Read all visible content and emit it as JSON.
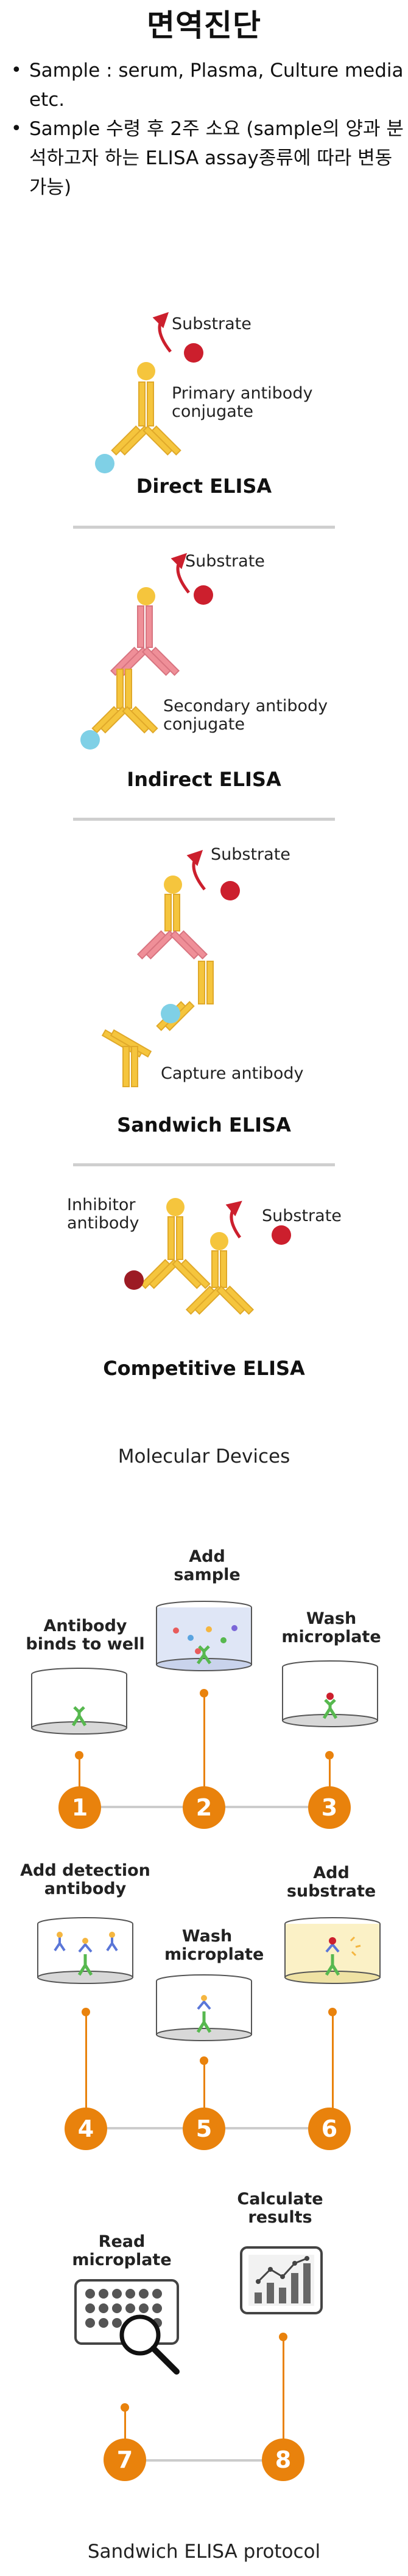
{
  "title": "면역진단",
  "bullets": [
    "Sample : serum, Plasma, Culture media etc.",
    "Sample 수령 후 2주 소요 (sample의 양과 분석하고자 하는 ELISA assay종류에 따라 변동 가능)"
  ],
  "elisa": {
    "direct": {
      "heading": "Direct ELISA",
      "substrate": "Substrate",
      "primary_label": "Primary antibody conjugate"
    },
    "indirect": {
      "heading": "Indirect ELISA",
      "substrate": "Substrate",
      "secondary_label": "Secondary antibody conjugate"
    },
    "sandwich": {
      "heading": "Sandwich ELISA",
      "substrate": "Substrate",
      "capture_label": "Capture antibody"
    },
    "competitive": {
      "heading": "Competitive ELISA",
      "substrate": "Substrate",
      "inhibitor_label": "Inhibitor antibody"
    },
    "caption": "Molecular Devices"
  },
  "protocol": {
    "steps": [
      {
        "number": "1",
        "label": "Antibody binds to well"
      },
      {
        "number": "2",
        "label": "Add sample"
      },
      {
        "number": "3",
        "label": "Wash microplate"
      },
      {
        "number": "4",
        "label": "Add detection antibody"
      },
      {
        "number": "5",
        "label": "Wash microplate"
      },
      {
        "number": "6",
        "label": "Add substrate"
      },
      {
        "number": "7",
        "label": "Read microplate"
      },
      {
        "number": "8",
        "label": "Calculate results"
      }
    ],
    "caption": "Sandwich ELISA protocol"
  },
  "colors": {
    "antibody_yellow": "#f5c53d",
    "antibody_pink": "#ef8f98",
    "substrate_red": "#cc1f2d",
    "antigen_blue": "#7fd0e6",
    "inhibitor_red": "#9c1b24",
    "step_orange": "#e9820c",
    "divider_gray": "#cfcfcf"
  }
}
